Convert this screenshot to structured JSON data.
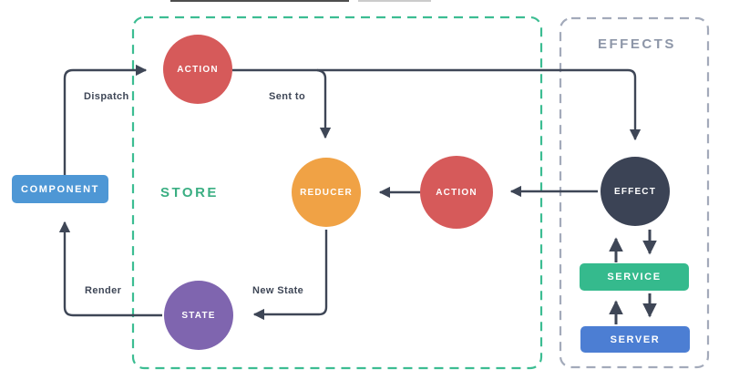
{
  "diagram": {
    "regions": {
      "store": {
        "label": "STORE"
      },
      "effects": {
        "label": "EFFECTS"
      }
    },
    "nodes": {
      "component": {
        "label": "COMPONENT",
        "shape": "rounded-rect"
      },
      "action_top": {
        "label": "ACTION",
        "shape": "circle"
      },
      "reducer": {
        "label": "REDUCER",
        "shape": "circle"
      },
      "action_right": {
        "label": "ACTION",
        "shape": "circle"
      },
      "state": {
        "label": "STATE",
        "shape": "circle"
      },
      "effect": {
        "label": "EFFECT",
        "shape": "circle"
      },
      "service": {
        "label": "SERVICE",
        "shape": "rounded-rect"
      },
      "server": {
        "label": "SERVER",
        "shape": "rounded-rect"
      }
    },
    "edge_labels": {
      "dispatch": "Dispatch",
      "sent_to": "Sent to",
      "new_state": "New State",
      "render": "Render"
    },
    "colors": {
      "line_dark": "#3E4656",
      "action_red": "#D65A5A",
      "reducer_orange": "#F0A245",
      "state_purple": "#7F65AF",
      "effect_dark": "#3B4355",
      "component_blue": "#4E97D5",
      "service_green": "#35BA8D",
      "server_blue": "#4C7ED3",
      "store_border": "#3CBD92",
      "store_label": "#3AAE82",
      "effects_border": "#A3AABA",
      "effects_label": "#8D96A8"
    }
  }
}
